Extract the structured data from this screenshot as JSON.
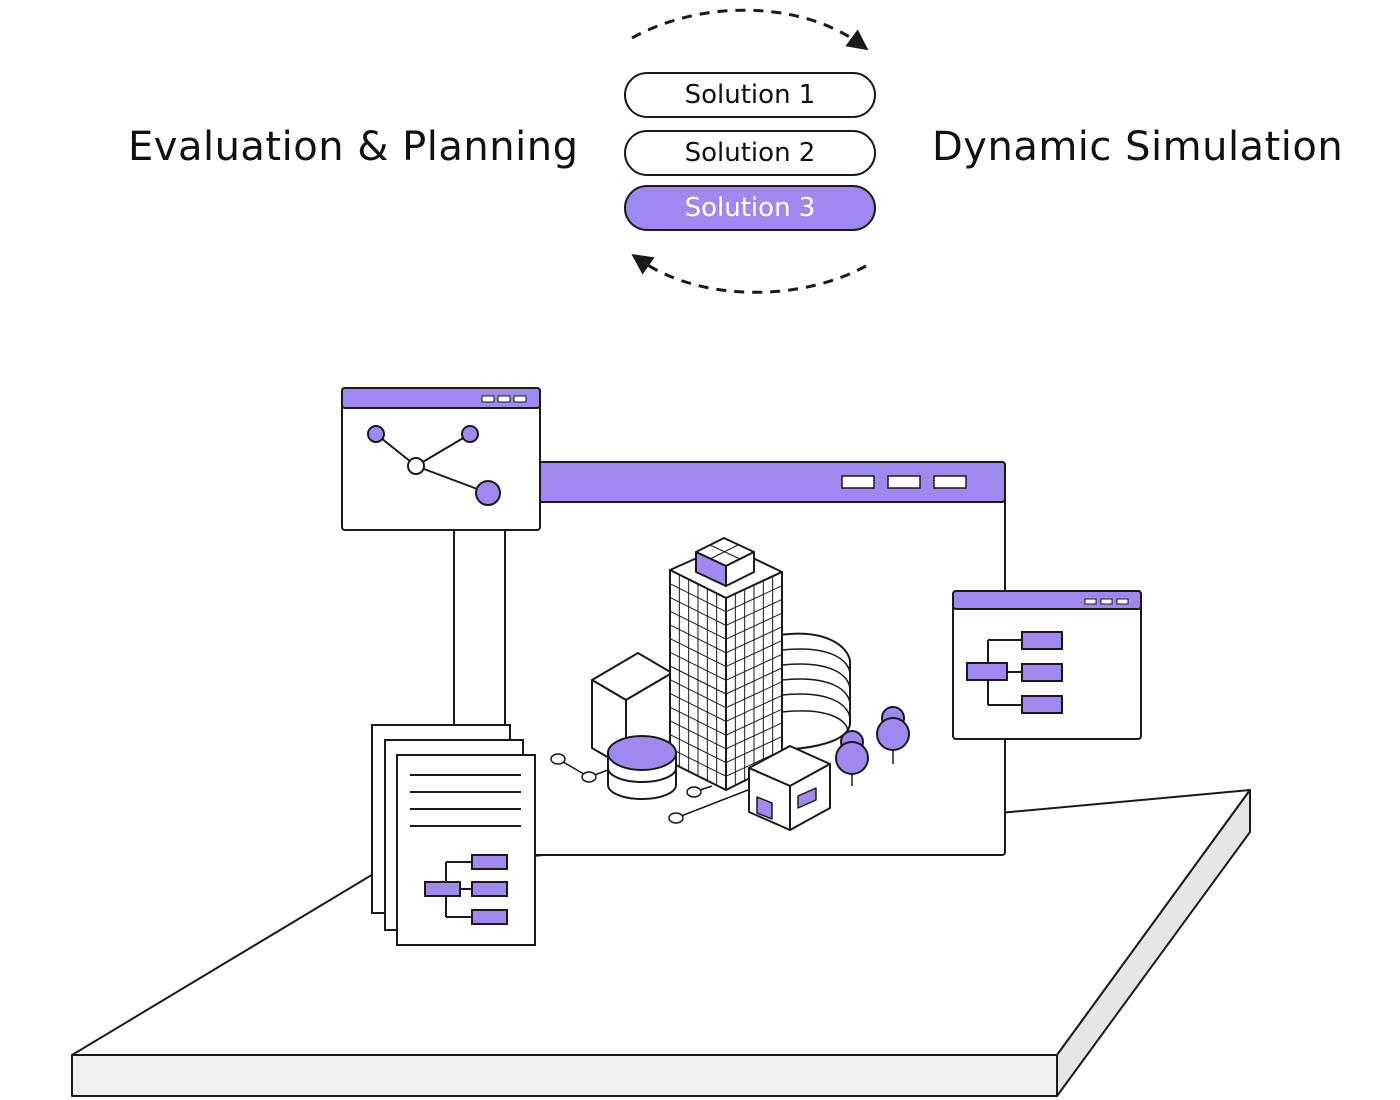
{
  "headings": {
    "left": "Evaluation & Planning",
    "right": "Dynamic Simulation"
  },
  "solutions": [
    {
      "label": "Solution 1",
      "active": false
    },
    {
      "label": "Solution 2",
      "active": false
    },
    {
      "label": "Solution 3",
      "active": true
    }
  ],
  "colors": {
    "accent": "#a088ee",
    "outline": "#1a1a1a",
    "background": "#ffffff"
  },
  "icons": [
    "cycle-arrow-icon",
    "network-graph-icon",
    "org-chart-icon",
    "document-stack-icon",
    "building-icon",
    "tree-icon"
  ]
}
